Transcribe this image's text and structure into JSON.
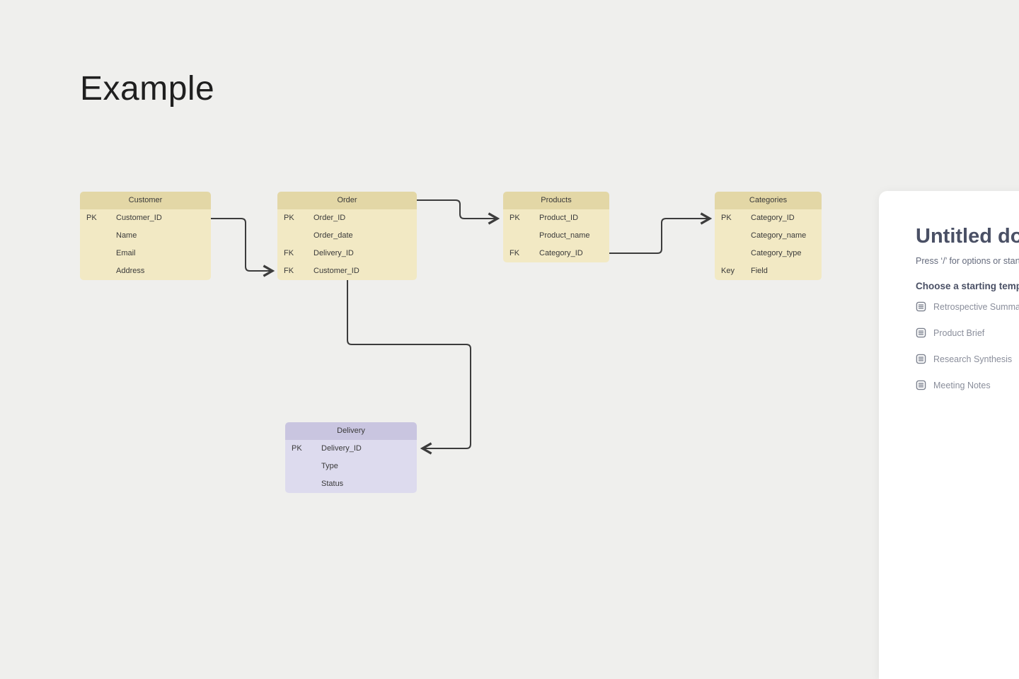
{
  "canvas": {
    "title": "Example"
  },
  "diagram": {
    "colors": {
      "entity_header": "#e3d7a6",
      "entity_body": "#f2e9c4",
      "delivery_header": "#c9c5e0",
      "delivery_body": "#dddbee",
      "connector": "#3c3c3c"
    },
    "tables": [
      {
        "name": "Customer",
        "rows": [
          {
            "key": "PK",
            "field": "Customer_ID"
          },
          {
            "key": "",
            "field": "Name"
          },
          {
            "key": "",
            "field": "Email"
          },
          {
            "key": "",
            "field": "Address"
          }
        ]
      },
      {
        "name": "Order",
        "rows": [
          {
            "key": "PK",
            "field": "Order_ID"
          },
          {
            "key": "",
            "field": "Order_date"
          },
          {
            "key": "FK",
            "field": "Delivery_ID"
          },
          {
            "key": "FK",
            "field": "Customer_ID"
          }
        ]
      },
      {
        "name": "Products",
        "rows": [
          {
            "key": "PK",
            "field": "Product_ID"
          },
          {
            "key": "",
            "field": "Product_name"
          },
          {
            "key": "FK",
            "field": "Category_ID"
          }
        ]
      },
      {
        "name": "Categories",
        "rows": [
          {
            "key": "PK",
            "field": "Category_ID"
          },
          {
            "key": "",
            "field": "Category_name"
          },
          {
            "key": "",
            "field": "Category_type"
          },
          {
            "key": "Key",
            "field": "Field"
          }
        ]
      },
      {
        "name": "Delivery",
        "rows": [
          {
            "key": "PK",
            "field": "Delivery_ID"
          },
          {
            "key": "",
            "field": "Type"
          },
          {
            "key": "",
            "field": "Status"
          }
        ]
      }
    ],
    "connections": [
      {
        "from": "Customer.Customer_ID",
        "to": "Order.Customer_ID"
      },
      {
        "from": "Order",
        "to": "Products.Product_ID"
      },
      {
        "from": "Products.Category_ID",
        "to": "Categories.Category_ID"
      },
      {
        "from": "Order",
        "to": "Delivery.Delivery_ID"
      }
    ]
  },
  "panel": {
    "title": "Untitled doc",
    "hint": "Press ‘/’ for options or start w",
    "section_title": "Choose a starting templa",
    "templates": [
      {
        "label": "Retrospective Summar"
      },
      {
        "label": "Product Brief"
      },
      {
        "label": "Research Synthesis"
      },
      {
        "label": "Meeting Notes"
      }
    ]
  }
}
